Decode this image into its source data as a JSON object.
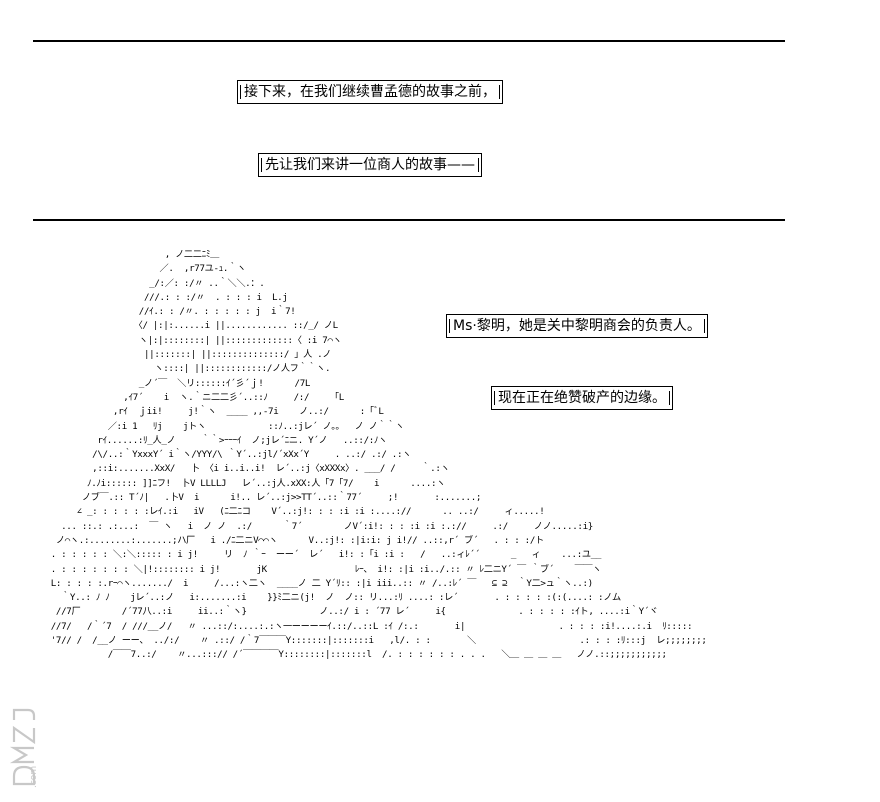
{
  "narration": {
    "line1": "接下来，在我们继续曹孟德的故事之前，",
    "line2": "先让我们来讲一位商人的故事——"
  },
  "speech": {
    "line1": "Ms·黎明，她是关中黎明商会的负责人。",
    "line2": "现在正在绝赞破产的边缘。"
  },
  "watermark": {
    "text": "DMZJ",
    "sub": ".com"
  },
  "ascii_art": [
    "                          , ノ二二ﾆﾐ＿",
    "                         ／.  ,r77ユ-ｭ.｀ヽ",
    "                       _/:／: :/〃 ..｀＼＼.：.",
    "                      ///.: : :/〃  . : : : i  L.j",
    "                     //ｲ.: : /〃. : : : : : j  i｀7!",
    "                    〈/ |:|:......i ||............ ::/_/ ノL",
    "                     ヽ|:|::::::::| ||:::::::::::::〈 :i 7⌒ヽ",
    "                      ||:::::::| ||::::::::::::::/ 」人 .ノ",
    "                        ヽ::::| ||::::::::::::/ノ人フ｀｀ヽ.",
    "                     _ノ´￣  ＼リ::::::ｲ´彡´ｊ!      /7L",
    "                  ,ｲ7´    i  ヽ.｀ニ二二彡´..::ﾉ     /:/    「L",
    "                ,rｲ  ｊii!     j!｀ヽ  ____ ,,-7i    ノ..:/      :「ﾞL",
    "               ／:i 1   ﾘj    jトヽ            ::ﾉ..:jレ´ ノ。。  ノ ノ｀｀ヽ",
    "             rｲ......:ﾘ_人_ノ     ｀｀>ｰｰｰｲ  ノ;jレ´ﾆニ. Y´ノ   ..::/:ﾉヽ",
    "            /\\/..:｀YxxxY´ i｀ヽ/YYY/\\ ｀Y´..:jl/´xXx´Y     . ..:/ .:/ .:ヽ",
    "            ,::i:.......XxX/   卜 〈i i..i..i!  レ´..:j〈xXXXx〉. ___/ /     ｀.:ヽ",
    "           ﾉ.ﾉi:::::: ]]ﾆフ!  卜V LLLLJ   レ´..:j人.xXX:人「7「7/    i      ....:ヽ",
    "          ノブ￣.:: T´ﾉ|   .卜V  i      i!.. レ´..:j>>TT´..::｀77´     ;!       :.......;",
    "         ∠ _: : : : : :レｲ.:i   iV   (ﾆ二ﾆコ    V´..:j!: : : :i :i :....://      .. ..:/     ィ.....!",
    "      ... ::.: .:...:  ￣ ヽ   i  ノ ノ  .:/      ｀7´        ノV´:i!: : : :i :i :.://     .:/     ノノ.....:i}",
    "     ノ⌒ヽ.:........:.......;ハ厂   i ./ﾆ二ニV⌒⌒ヽ      V..:j!: :|i:i: j i!// ..::,r´ ブ´   . : : :/ト",
    "    . : : : : : ＼:＼::::: : i j!     リ  ﾉ ｀ｰ  ーー´  レ´   i!: :「i :i :   /   ..:ィﾚ´´      _   ィ    ...:ユ__",
    "    . : : : : : : : ＼|!:::::::: i j!       jK                 ﾚｰ、 i!: :|i :i../.:: 〃 ﾚ二ニY´ ￣ ｀ブ´    ￣￣ヽ",
    "    L: : : : :.rｰ⌒ヽ......./  i     /...:ヽ二ヽ  ____ノ 二 Y´ﾘ:: :|i iii..:: 〃 /..:ﾚ´ ￣   ⊆ ⊇  ｀Y二>ュ｀ヽ..:)",
    "      ｀Y..: ﾉ ﾉ    jレ´..:ノ   i:.......:i    }}ﾐ二ニ(j!  ノ  ノ:: リ...:ﾘ ....: :レ´       . : : : : :(:(....: :ノム",
    "     //7厂        /´77八..:i     ii..:｀ヽ}              ノ..:/ i : ´77 レ´     i{              . : : : : :ｲト, ....:i｀Y´ヾ",
    "    //7/   /｀´7  / ///__ノ/   〃 ...::/:....:.:ヽ一ーーーーｲ.::/..::L :ｲ /:.:       i|                  . : : : :i!....:.i  ﾘ:::::",
    "    '7// /  /__ノ ーー、 ../:/    〃 .::/ /｀7￣￣￣Y:::::::|:::::::i   ,l/. : :       ＼                    .: : : :ﾘ:::j  レ;;;;;;;;",
    "               /￣￣7..:/    〃...:::// /´￣￣￣￣Y::::::::|:::::::l  /. : : : : : : . . .   ＼＿ ＿ ＿ ＿   ノノ.::;;;;;;;;;;;"
  ]
}
